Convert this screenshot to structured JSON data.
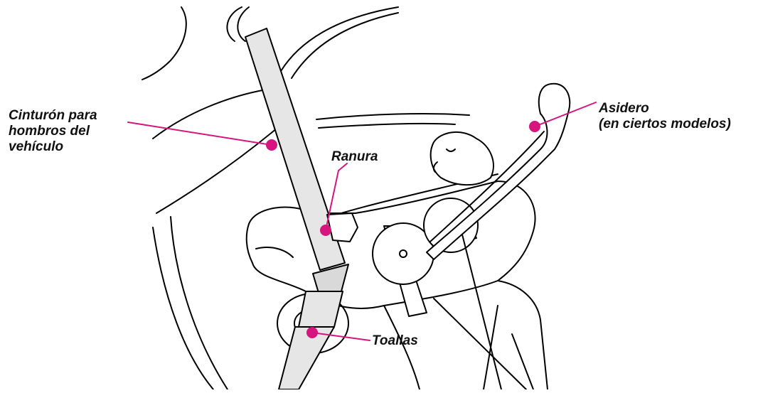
{
  "labels": {
    "shoulder_belt": [
      "Cinturón para",
      "hombros del",
      "vehículo"
    ],
    "slot": "Ranura",
    "handle": [
      "Asidero",
      "(en ciertos modelos)"
    ],
    "towels": "Toallas"
  },
  "colors": {
    "accent": "#d6157e",
    "line": "#000000",
    "belt_fill": "#e6e6e6",
    "background": "#ffffff"
  }
}
